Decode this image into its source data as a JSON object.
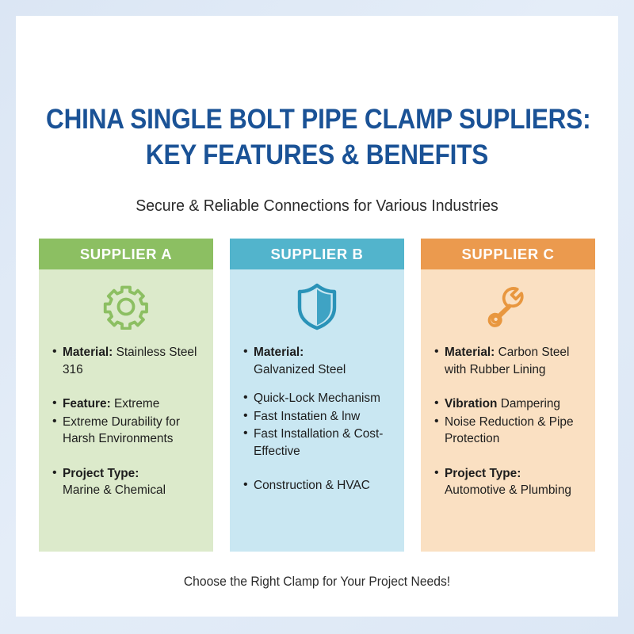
{
  "poster": {
    "title_lines": [
      "CHINA SINGLE BOLT PIPE CLAMP SUPLIERS:",
      "KEY FEATURES & BENEFITS"
    ],
    "subtitle": "Secure & Reliable Connections for Various Industries",
    "footer": "Choose the Right Clamp for Your Project Needs!"
  },
  "colors": {
    "title": "#1a5296",
    "supplier_a_header": "#8cbf62",
    "supplier_a_body": "#dceacb",
    "supplier_b_header": "#52b4cc",
    "supplier_b_body": "#c9e7f2",
    "supplier_c_header": "#eb9a4e",
    "supplier_c_body": "#fae0c2",
    "page_background": "#dce6f4",
    "card_background": "#ffffff"
  },
  "columns": [
    {
      "header": "SUPPLIER A",
      "icon": "gear-icon",
      "groups": [
        {
          "items": [
            {
              "label": "Material:",
              "text": "Stainless Steel 316"
            }
          ]
        },
        {
          "items": [
            {
              "label": "Feature:",
              "text": "Extreme"
            },
            {
              "label": "",
              "text": "Extreme Durability for Harsh Environments"
            }
          ]
        },
        {
          "items": [
            {
              "label": "Project Type:",
              "text": "Marine & Chemical"
            }
          ]
        }
      ]
    },
    {
      "header": "SUPPLIER B",
      "icon": "shield-icon",
      "groups": [
        {
          "items": [
            {
              "label": "Material:",
              "text": "Galvanized Steel"
            }
          ]
        },
        {
          "items": [
            {
              "label": "",
              "text": "Quick-Lock Mechanism"
            },
            {
              "label": "",
              "text": "Fast Instatien & lnw"
            },
            {
              "label": "",
              "text": "Fast Installation & Cost-Effective"
            }
          ]
        },
        {
          "items": [
            {
              "label": "",
              "text": "Construction & HVAC"
            }
          ]
        }
      ]
    },
    {
      "header": "SUPPLIER C",
      "icon": "wrench-icon",
      "groups": [
        {
          "items": [
            {
              "label": "Material:",
              "text": "Carbon Steel with Rubber Lining"
            }
          ]
        },
        {
          "items": [
            {
              "label": "Vibration",
              "text": "Dampering"
            },
            {
              "label": "",
              "text": "Noise Reduction & Pipe Protection"
            }
          ]
        },
        {
          "items": [
            {
              "label": "Project Type:",
              "text": "Automotive & Plumbing"
            }
          ]
        }
      ]
    }
  ]
}
